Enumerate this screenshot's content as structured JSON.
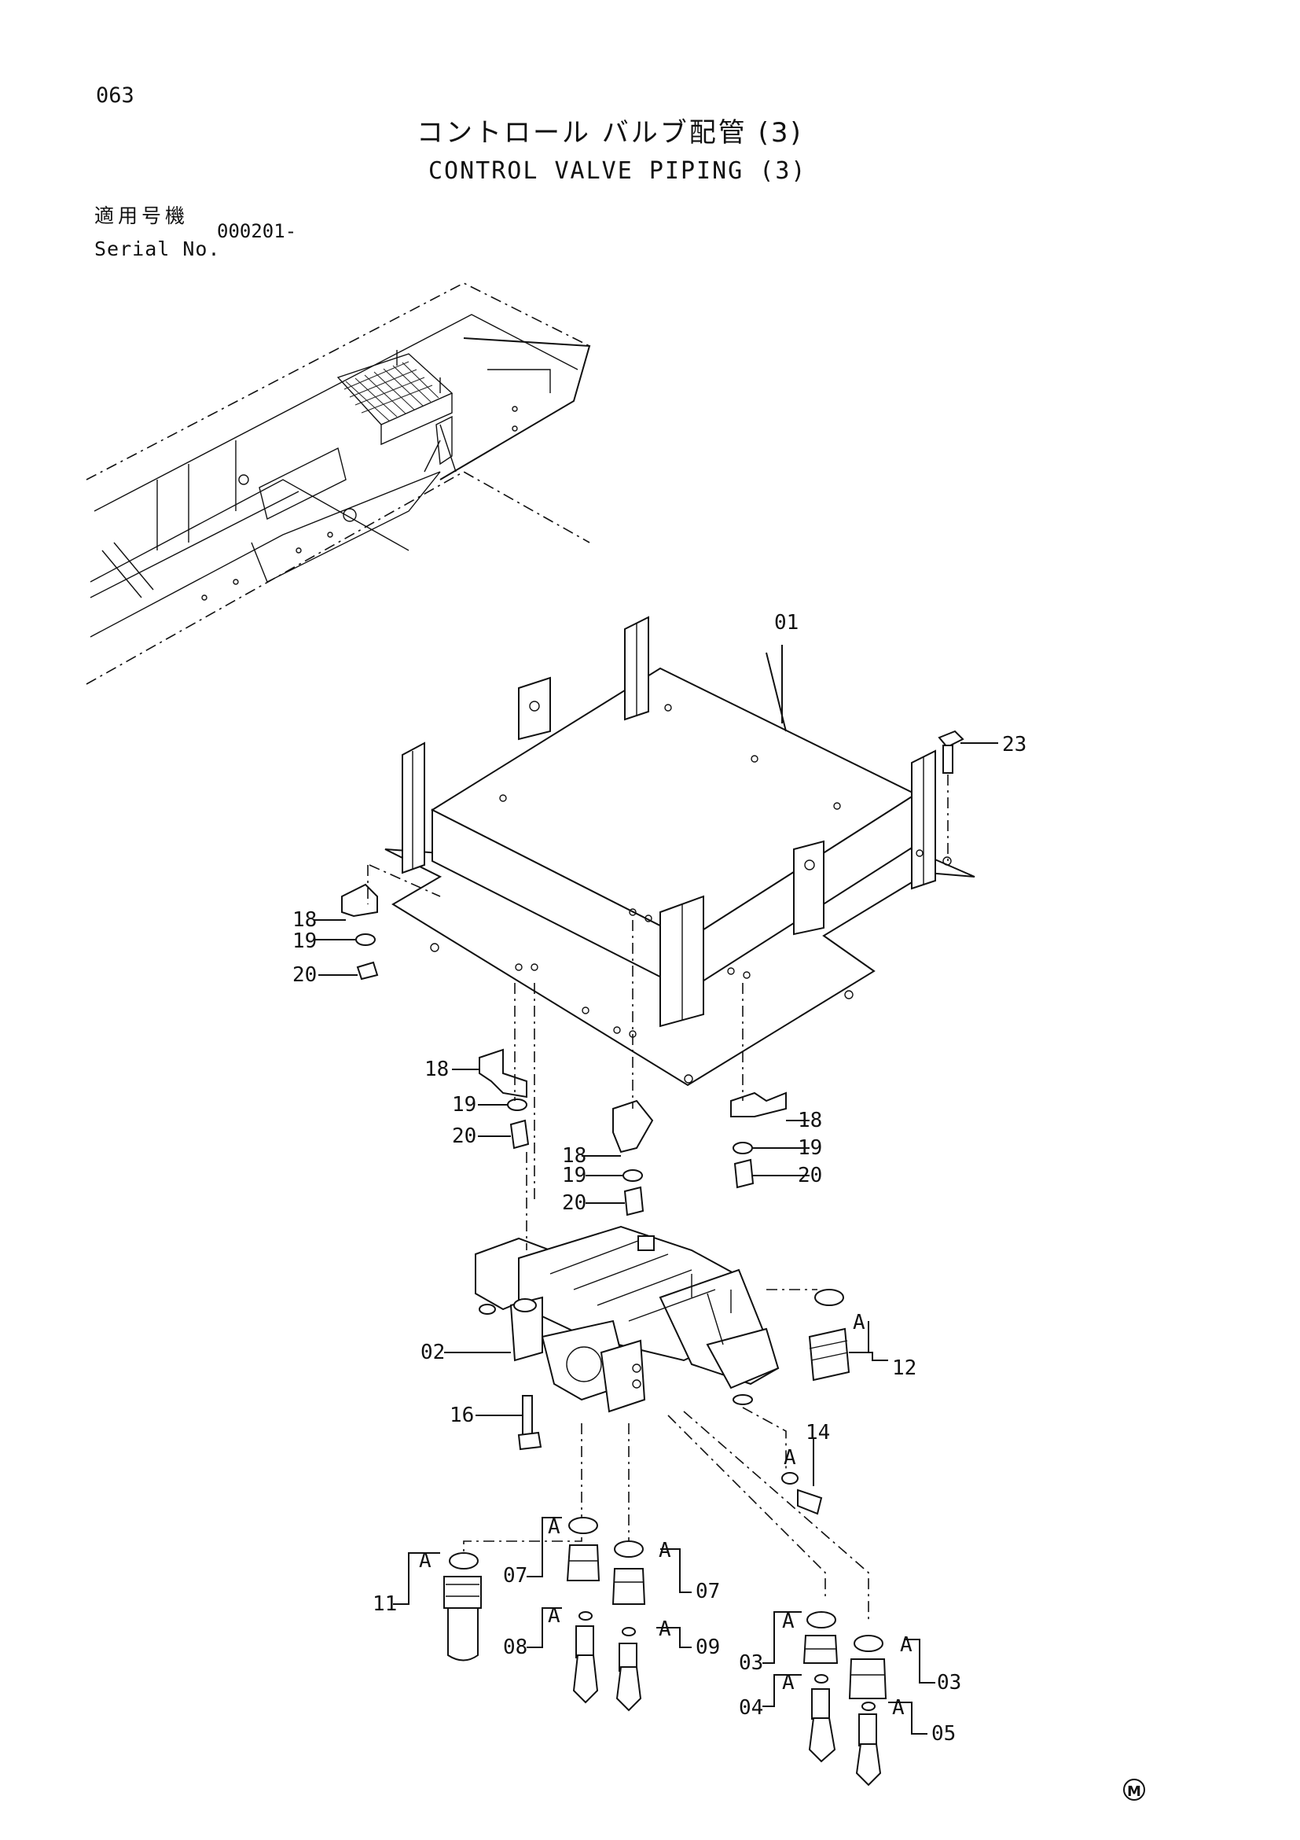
{
  "header": {
    "page_number": "063",
    "title_jp": "コントロール バルブ配管 (3)",
    "title_en": "CONTROL VALVE PIPING (3)",
    "serial_label_jp": "適用号機",
    "serial_label_en": "Serial No.",
    "serial_value": "000201-"
  },
  "callouts": {
    "c01": "01",
    "c23": "23",
    "c18a": "18",
    "c19a": "19",
    "c20a": "20",
    "c18b": "18",
    "c19b": "19",
    "c20b": "20",
    "c18c": "18",
    "c19c": "19",
    "c20c": "20",
    "c18d": "18",
    "c19d": "19",
    "c20d": "20",
    "c02": "02",
    "c16": "16",
    "c12": "12",
    "c14": "14",
    "c11": "11",
    "c07a": "07",
    "c07b": "07",
    "c08": "08",
    "c09": "09",
    "c03a": "03",
    "c03b": "03",
    "c04": "04",
    "c05": "05"
  },
  "seal_marks": {
    "a1": "A",
    "a2": "A",
    "a3": "A",
    "a4": "A",
    "a5": "A",
    "a6": "A",
    "a7": "A",
    "a8": "A",
    "a9": "A",
    "a10": "A",
    "a11": "A",
    "a12": "A"
  },
  "footer": {
    "mark": "M"
  }
}
